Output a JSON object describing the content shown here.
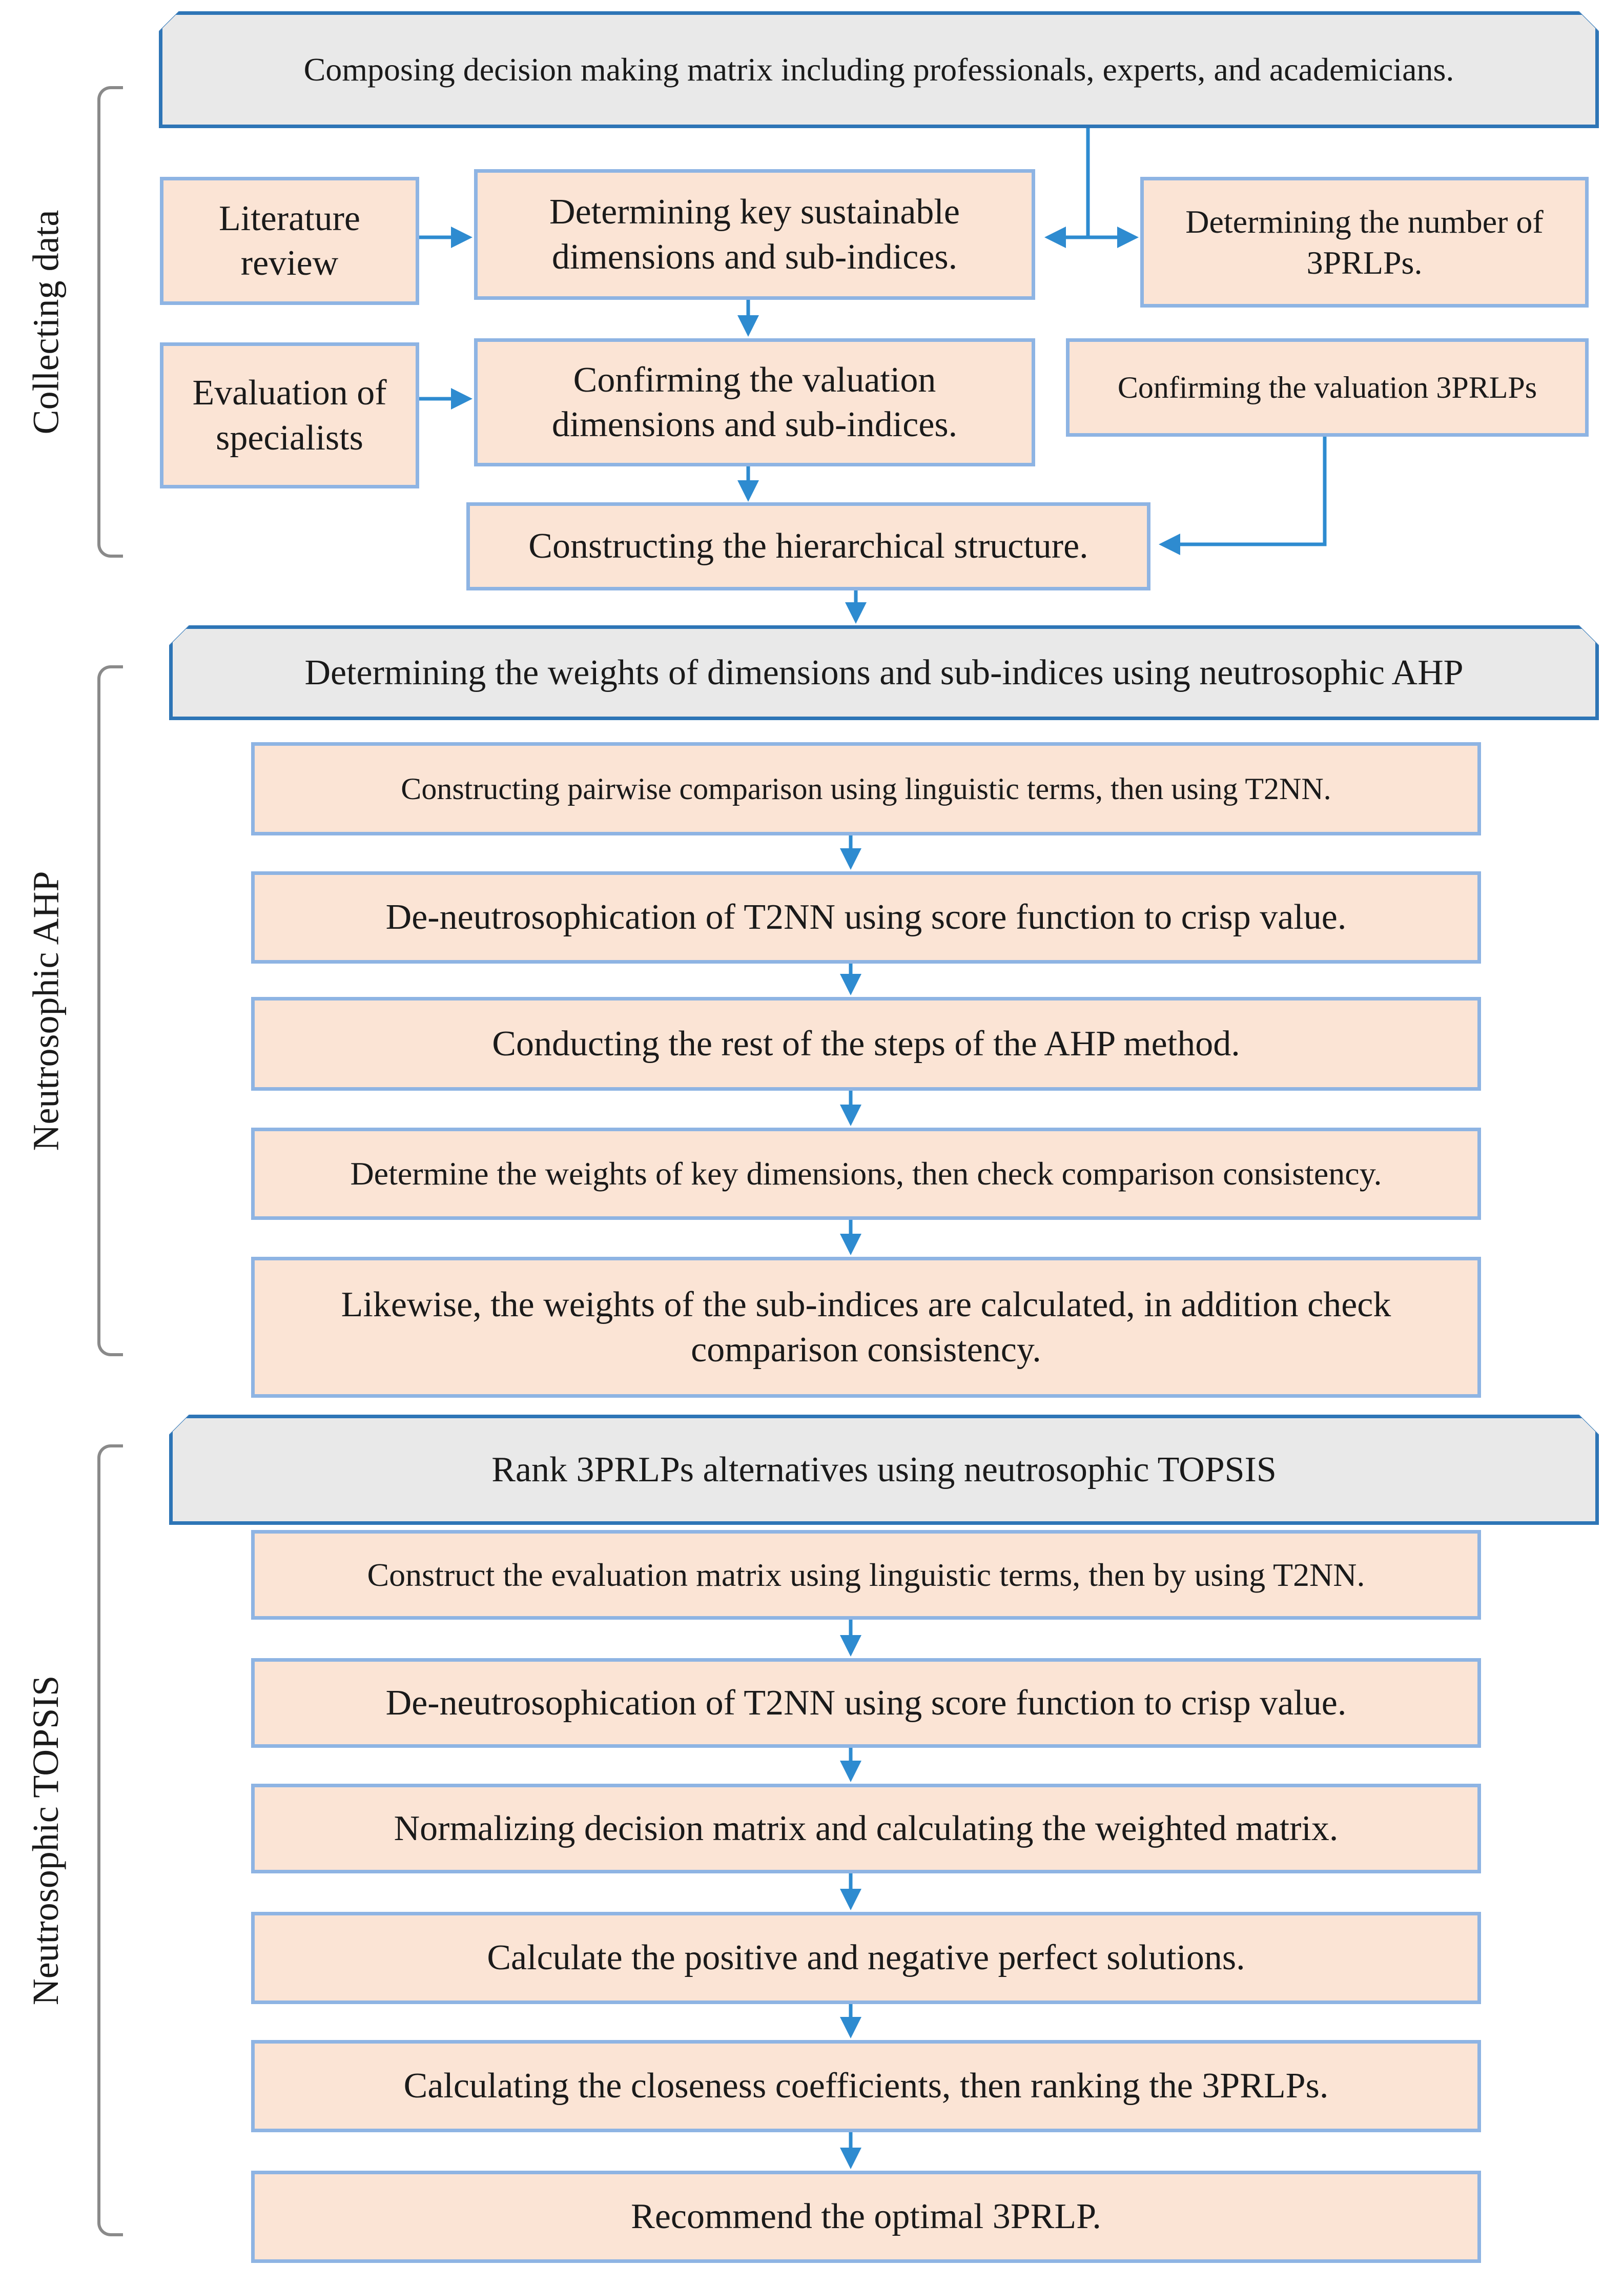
{
  "colors": {
    "box_fill": "#fbe4d5",
    "box_border": "#8eb4e3",
    "header_fill": "#e9e9e9",
    "header_border": "#2e75b6",
    "arrow": "#2e8bd0",
    "bracket": "#8a8a8a"
  },
  "sections": {
    "collecting": "Collecting data",
    "ahp": "Neutrosophic AHP",
    "topsis": "Neutrosophic TOPSIS"
  },
  "collecting": {
    "header": "Composing decision making matrix including professionals, experts, and academicians.",
    "literature": "Literature review",
    "determining_key": "Determining key sustainable dimensions and sub-indices.",
    "determining_number": "Determining  the number of 3PRLPs.",
    "evaluation": "Evaluation of specialists",
    "confirming_dimensions": "Confirming the valuation dimensions and sub-indices.",
    "confirming_3prlps": "Confirming the valuation 3PRLPs",
    "hierarchy": "Constructing the hierarchical structure."
  },
  "ahp": {
    "header": "Determining the weights of dimensions and sub-indices using neutrosophic AHP",
    "steps": [
      "Constructing pairwise comparison using linguistic terms, then using T2NN.",
      "De-neutrosophication of T2NN using score function to crisp value.",
      "Conducting the rest of the steps of the AHP method.",
      "Determine  the weights  of key dimensions, then check comparison consistency.",
      "Likewise, the weights of the sub-indices are calculated, in addition check comparison consistency."
    ]
  },
  "topsis": {
    "header": "Rank 3PRLPs alternatives using neutrosophic TOPSIS",
    "steps": [
      "Construct the evaluation  matrix  using linguistic terms, then by using T2NN.",
      "De-neutrosophication of T2NN using score function to crisp value.",
      "Normalizing decision matrix and calculating the weighted matrix.",
      "Calculate the positive and negative perfect solutions.",
      "Calculating the closeness coefficients, then ranking the 3PRLPs.",
      "Recommend the optimal 3PRLP."
    ]
  }
}
